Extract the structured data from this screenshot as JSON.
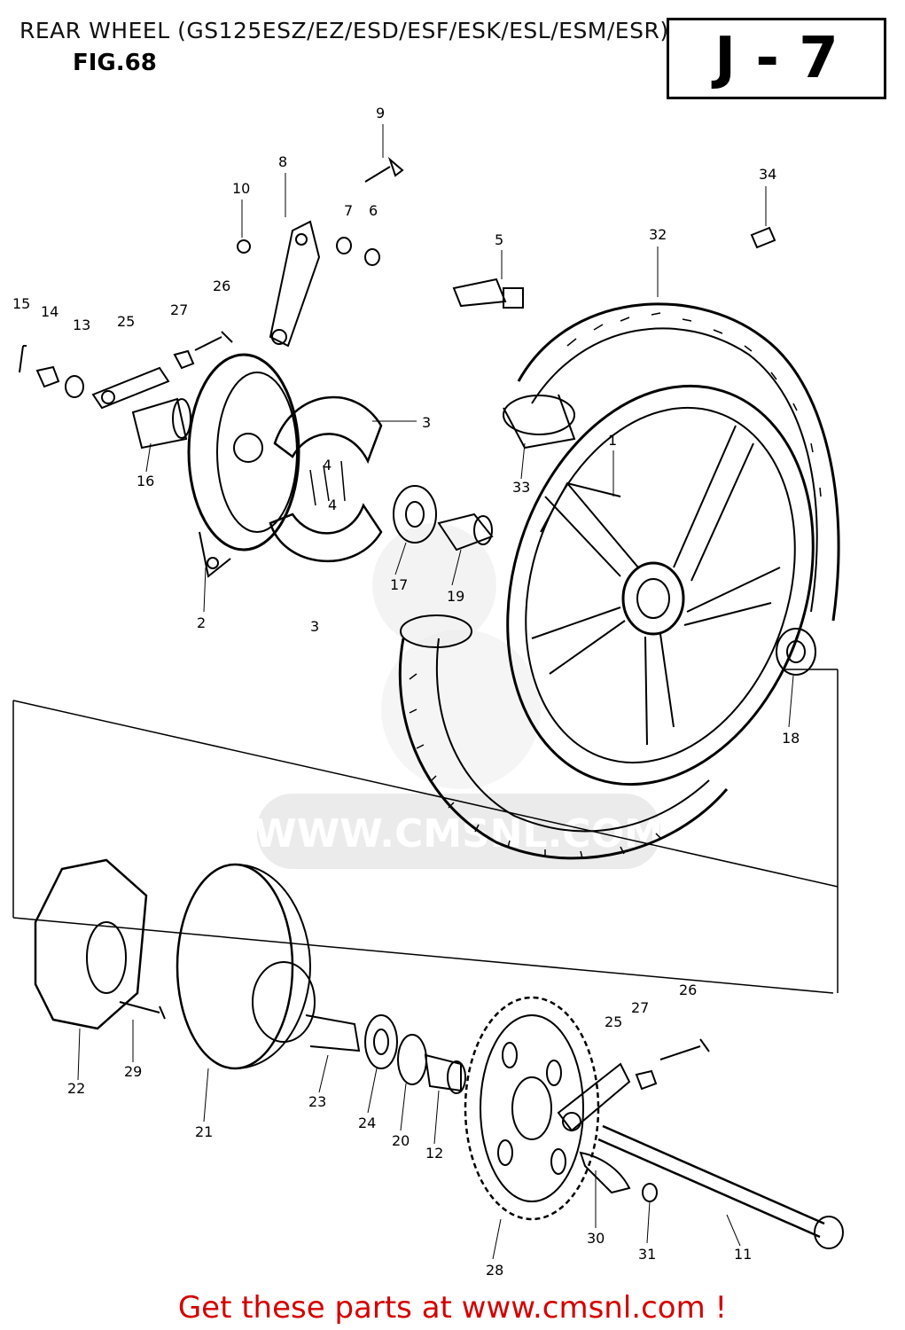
{
  "header": {
    "title": "REAR WHEEL (GS125ESZ/EZ/ESD/ESF/ESK/ESL/ESM/ESR)",
    "figure": "FIG.68",
    "page_code": "J - 7"
  },
  "watermark": {
    "text": "WWW.CMSNL.COM"
  },
  "callouts": [
    "1",
    "2",
    "3",
    "3",
    "4",
    "4",
    "5",
    "6",
    "7",
    "8",
    "9",
    "10",
    "11",
    "12",
    "13",
    "14",
    "15",
    "16",
    "17",
    "18",
    "19",
    "20",
    "21",
    "22",
    "23",
    "24",
    "25",
    "25",
    "26",
    "26",
    "27",
    "27",
    "28",
    "29",
    "30",
    "31",
    "32",
    "33",
    "34"
  ],
  "footer": {
    "text": "Get these parts at www.cmsnl.com !",
    "color": "#d40000"
  }
}
